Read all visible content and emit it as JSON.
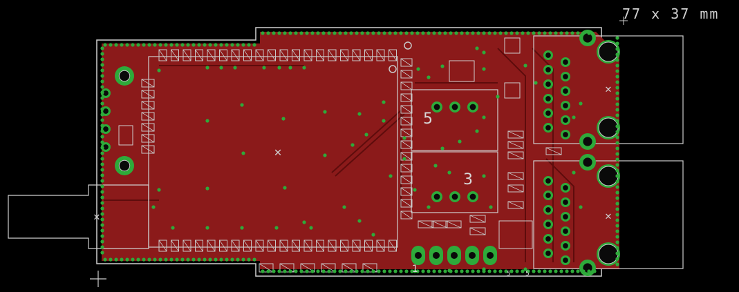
{
  "board_dimensions": "77 x 37 mm",
  "silkscreen_labels": {
    "module_a": "5",
    "module_b": "3",
    "pin_one": "1",
    "small_a": "5",
    "small_b": "5"
  },
  "colors": {
    "background": "#000000",
    "copper_pour": "#8B1A1A",
    "trace": "#6E1010",
    "via": "#2EAA3A",
    "outline": "#CFCFCF",
    "pad": "#C8C8C8",
    "hole": "#0A0A0A"
  }
}
